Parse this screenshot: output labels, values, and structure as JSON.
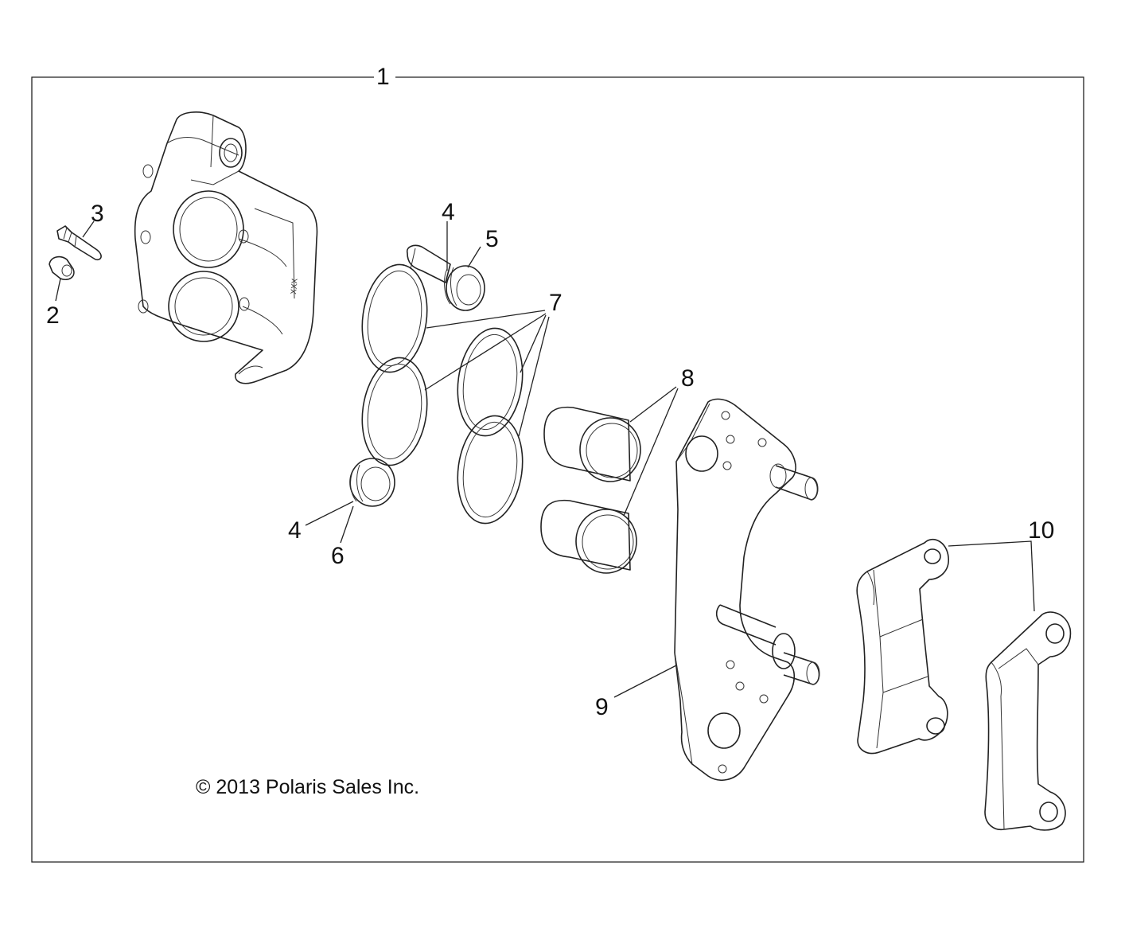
{
  "callouts": {
    "c1": "1",
    "c2": "2",
    "c3": "3",
    "c4a": "4",
    "c4b": "4",
    "c5": "5",
    "c6": "6",
    "c7": "7",
    "c8": "8",
    "c9": "9",
    "c10": "10"
  },
  "copyright": "© 2013 Polaris Sales Inc."
}
